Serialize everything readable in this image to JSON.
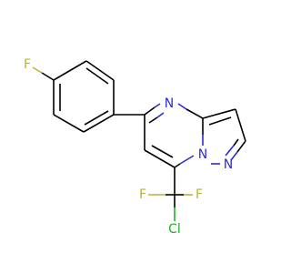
{
  "molecule": {
    "atoms": {
      "F_top": {
        "label": "F",
        "color": "#b5b530"
      },
      "N_ring_top": {
        "label": "N",
        "color": "#2b2bd8"
      },
      "N_bridge": {
        "label": "N",
        "color": "#2b2bd8"
      },
      "N_pyrazole": {
        "label": "N",
        "color": "#2b2bd8"
      },
      "F_left": {
        "label": "F",
        "color": "#b5b530"
      },
      "F_right": {
        "label": "F",
        "color": "#b5b530"
      },
      "Cl": {
        "label": "Cl",
        "color": "#1fb01f"
      }
    }
  }
}
